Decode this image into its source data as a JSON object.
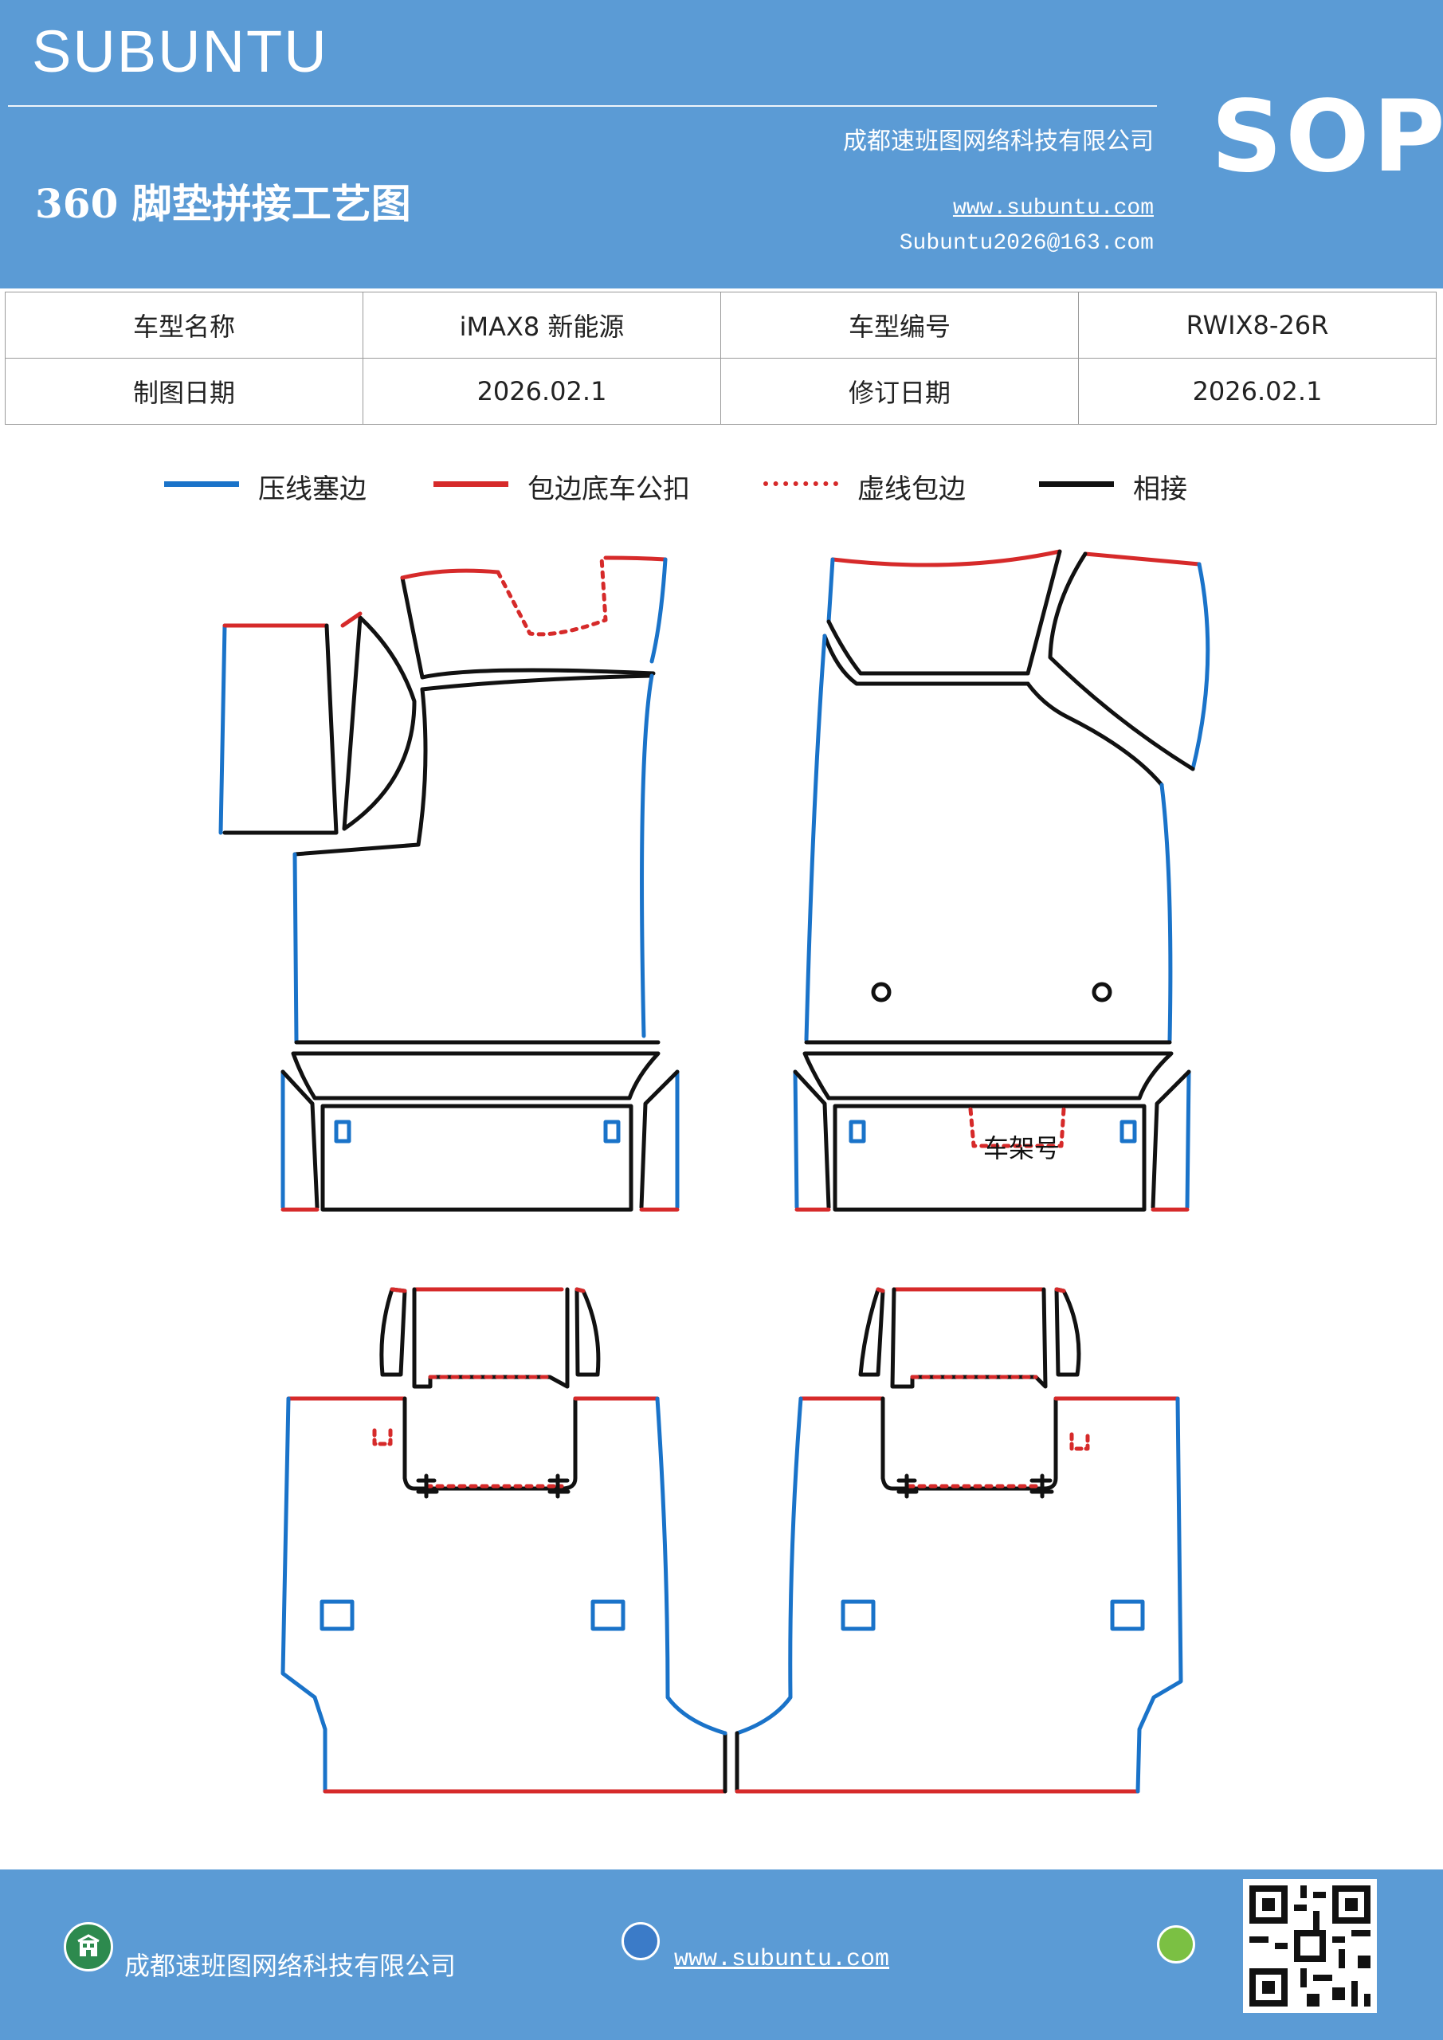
{
  "header": {
    "brand": "SUBUNTU",
    "company": "成都速班图网络科技有限公司",
    "title": "360 脚垫拼接工艺图",
    "website": "www.subuntu.com",
    "email": "Subuntu2026@163.com",
    "badge": "SOP"
  },
  "info_table": {
    "rows": [
      {
        "label1": "车型名称",
        "value1": "iMAX8 新能源",
        "label2": "车型编号",
        "value2": "RWIX8-26R"
      },
      {
        "label1": "制图日期",
        "value1": "2026.02.1",
        "label2": "修订日期",
        "value2": "2026.02.1"
      }
    ]
  },
  "legend": [
    {
      "label": "压线塞边",
      "color": "#1a73c9",
      "style": "solid"
    },
    {
      "label": "包边底车公扣",
      "color": "#d62a2a",
      "style": "solid"
    },
    {
      "label": "虚线包边",
      "color": "#d62a2a",
      "style": "dotted"
    },
    {
      "label": "相接",
      "color": "#111111",
      "style": "solid"
    }
  ],
  "drawing": {
    "frame_label": "车架号"
  },
  "footer": {
    "company": "成都速班图网络科技有限公司",
    "website": "www.subuntu.com"
  },
  "colors": {
    "header_bg": "#5b9bd5",
    "press_line": "#1a73c9",
    "wrap_edge": "#d62a2a",
    "joint": "#111111"
  }
}
